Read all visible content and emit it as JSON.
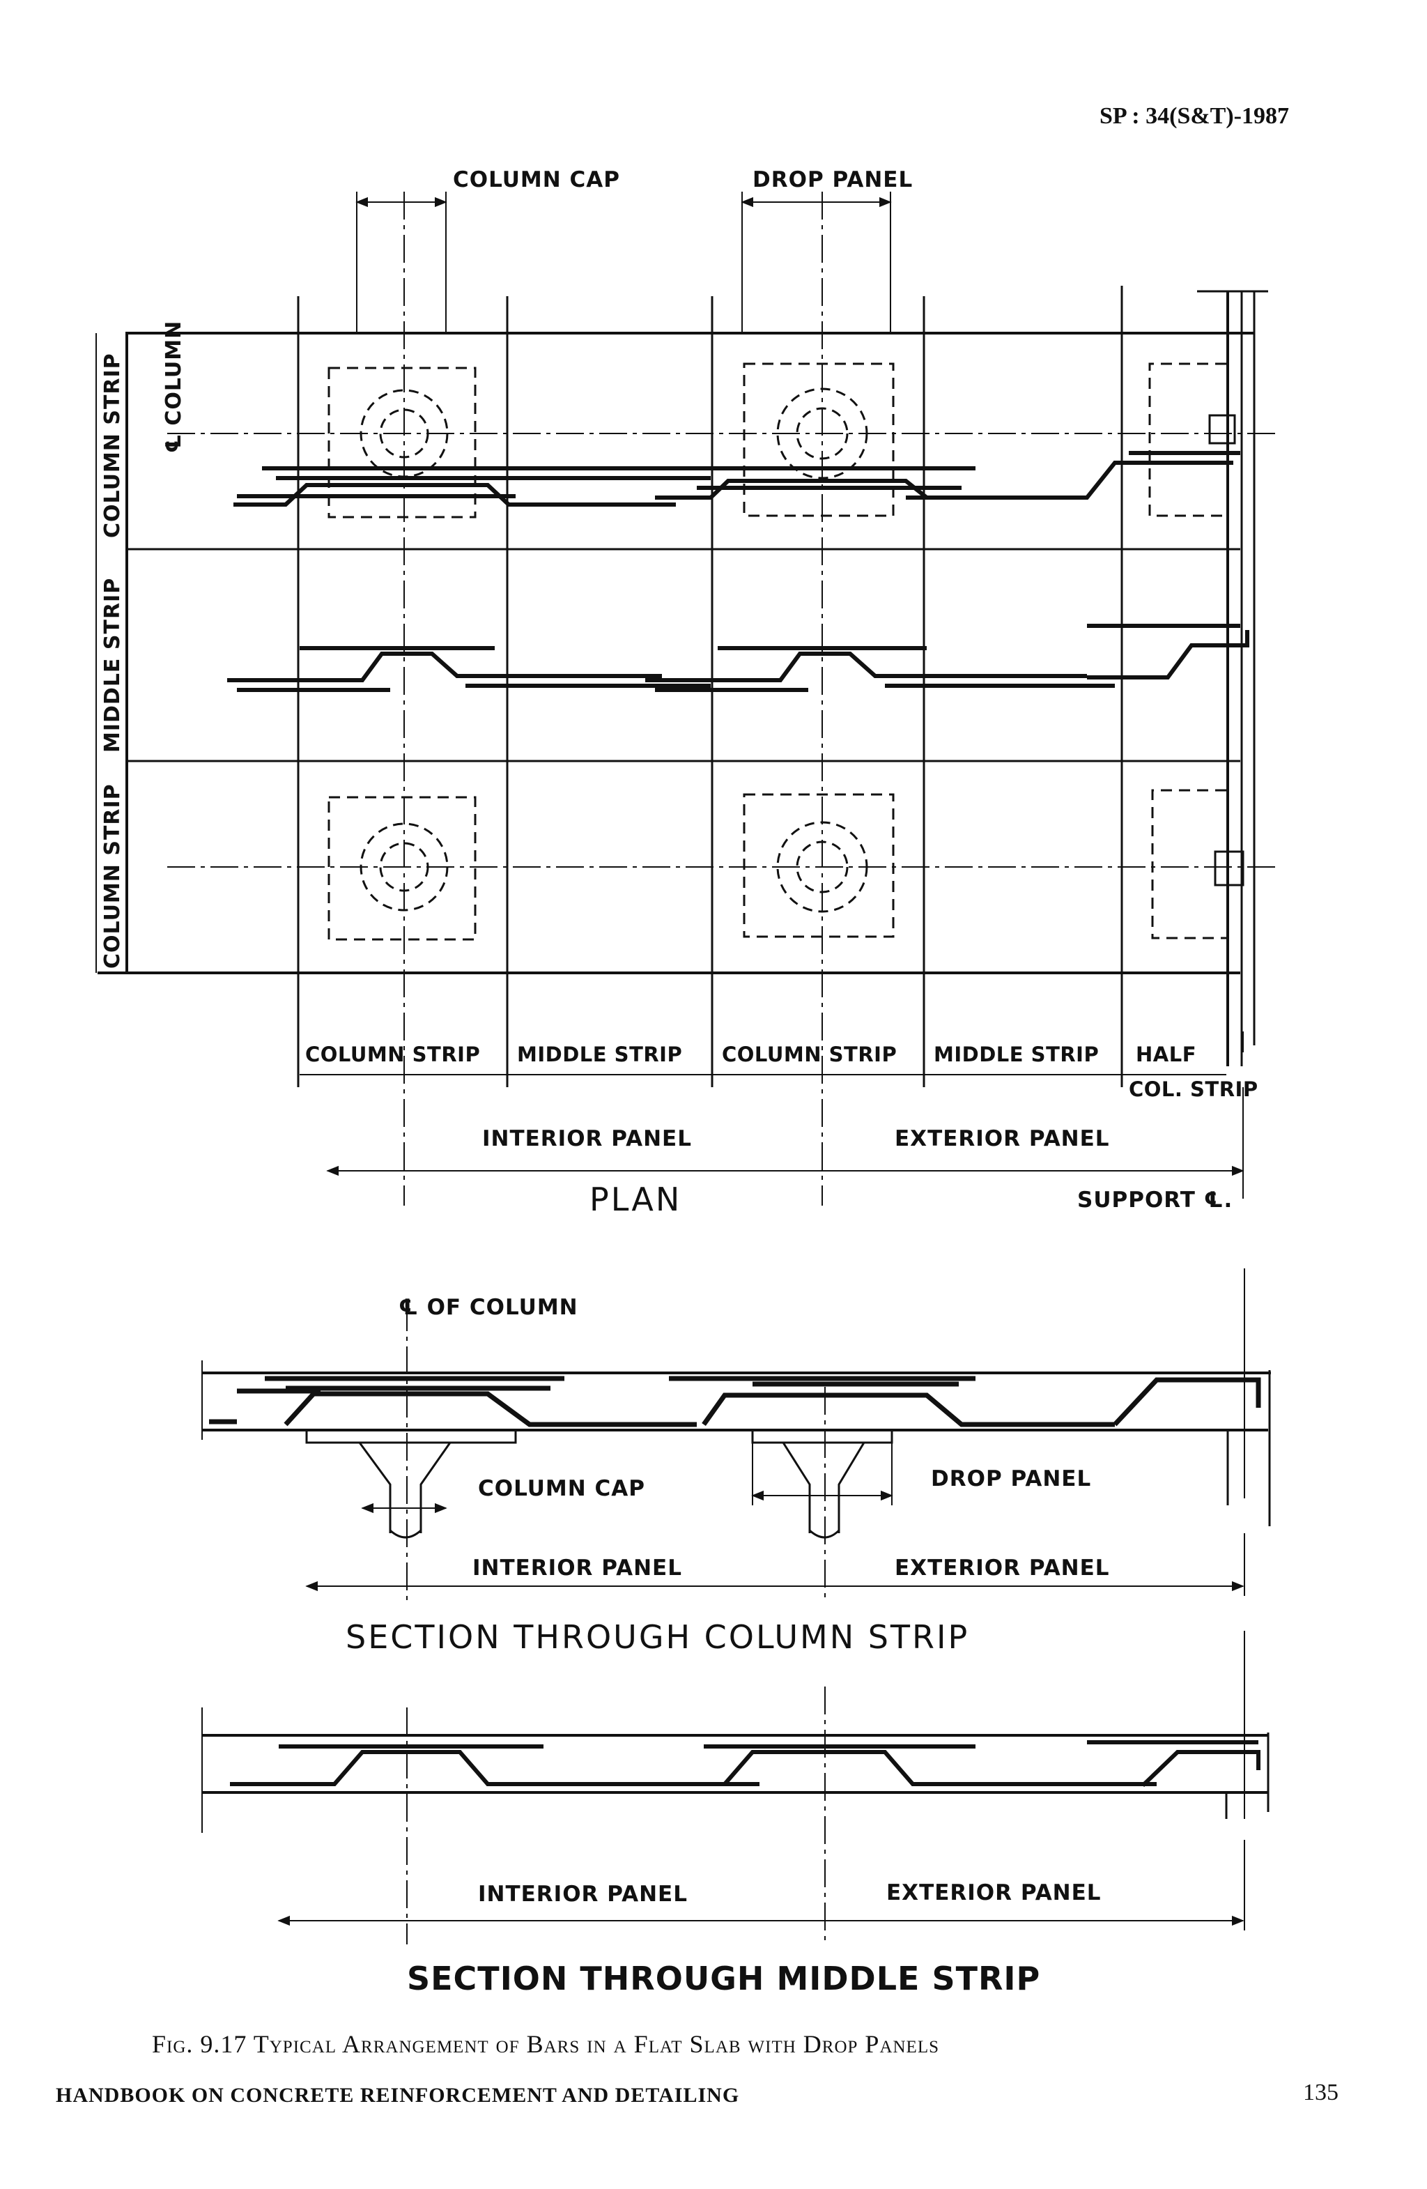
{
  "header": {
    "code": "SP : 34(S&T)-1987"
  },
  "plan": {
    "top_labels": {
      "column_cap": "COLUMN CAP",
      "drop_panel": "DROP PANEL"
    },
    "side_labels": {
      "column_strip_top": "COLUMN STRIP",
      "middle_strip": "MIDDLE STRIP",
      "column_strip_bottom": "COLUMN STRIP",
      "column_centreline": "℄ COLUMN"
    },
    "bottom_labels": {
      "column_strip_1": "COLUMN STRIP",
      "middle_strip_1": "MIDDLE STRIP",
      "column_strip_2": "COLUMN STRIP",
      "middle_strip_2": "MIDDLE STRIP",
      "half": "HALF",
      "col_strip": "COL. STRIP",
      "interior_panel": "INTERIOR PANEL",
      "exterior_panel": "EXTERIOR PANEL",
      "title": "PLAN",
      "support": "SUPPORT ℄."
    }
  },
  "section_column": {
    "centreline": "℄ OF COLUMN",
    "column_cap": "COLUMN CAP",
    "drop_panel": "DROP PANEL",
    "interior_panel": "INTERIOR PANEL",
    "exterior_panel": "EXTERIOR PANEL",
    "title": "SECTION THROUGH COLUMN STRIP"
  },
  "section_middle": {
    "interior_panel": "INTERIOR PANEL",
    "exterior_panel": "EXTERIOR PANEL",
    "title": "SECTION THROUGH MIDDLE STRIP"
  },
  "caption": "Fig. 9.17 Typical Arrangement of Bars in a Flat Slab with Drop Panels",
  "footer": {
    "handbook": "HANDBOOK ON CONCRETE REINFORCEMENT AND DETAILING",
    "page": "135"
  }
}
